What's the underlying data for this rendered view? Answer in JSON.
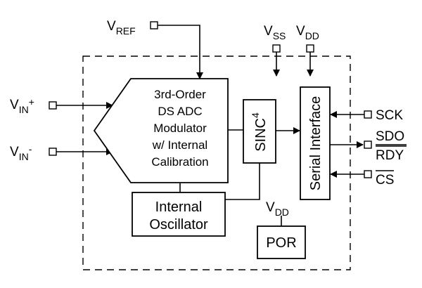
{
  "labels": {
    "vref": {
      "main": "V",
      "sub": "REF"
    },
    "vss": {
      "main": "V",
      "sub": "SS"
    },
    "vdd_top": {
      "main": "V",
      "sub": "DD"
    },
    "vin_plus": {
      "main": "V",
      "sub": "IN",
      "sup": "+"
    },
    "vin_minus": {
      "main": "V",
      "sub": "IN",
      "sup": "-"
    },
    "vdd_por": {
      "main": "V",
      "sub": "DD"
    },
    "sck": "SCK",
    "sdo": "SDO",
    "rdy": "RDY",
    "cs": "CS"
  },
  "blocks": {
    "modulator": [
      "3rd-Order",
      "DS ADC",
      "Modulator",
      "w/ Internal",
      "Calibration"
    ],
    "sinc": {
      "text": "SINC",
      "sup": "4"
    },
    "serial_interface": "Serial Interface",
    "oscillator": [
      "Internal",
      "Oscillator"
    ],
    "por": "POR"
  }
}
